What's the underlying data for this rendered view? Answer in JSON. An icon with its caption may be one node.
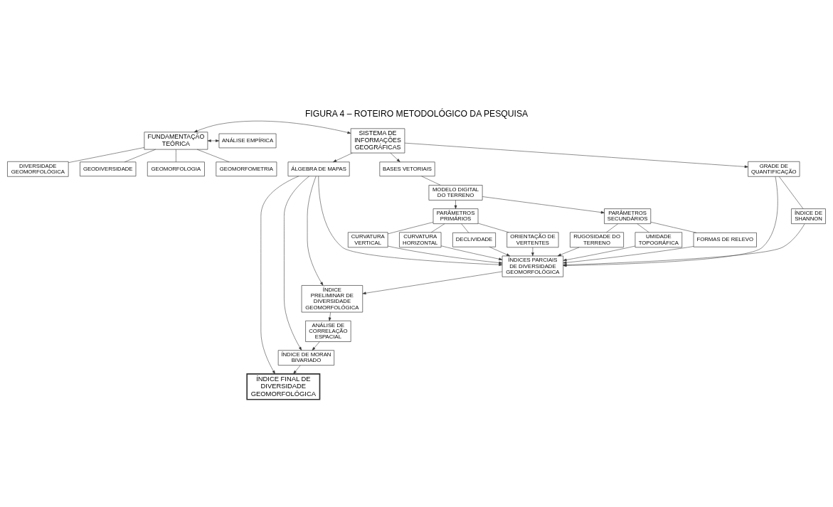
{
  "diagram": {
    "title": "FIGURA 4 – ROTEIRO METODOLÓGICO DA PESQUISA",
    "nodes": [
      {
        "text": [
          "FUNDAMENTAÇÃO TEÓRICA"
        ]
      },
      {
        "text": [
          "ANÁLISE EMPÍRICA"
        ]
      },
      {
        "text": [
          "SISTEMA DE INFORMAÇÕES GEOGRÁFICAS"
        ]
      },
      {
        "text": [
          "GEODIVERSIDADE"
        ]
      },
      {
        "text": [
          "GEOMORFOLOGIA"
        ]
      },
      {
        "text": [
          "GEOMORFOMETRIA"
        ]
      },
      {
        "text": [
          "DIVERSIDADE GEOMORFOLÓGICA"
        ]
      },
      {
        "text": [
          "BASES VETORIAIS"
        ]
      },
      {
        "text": [
          "MODELO DIGITAL DO TERRENO"
        ]
      },
      {
        "text": [
          "GRADE DE QUANTIFICAÇÃO"
        ]
      },
      {
        "text": [
          "ÍNDICE DE SHANNON"
        ]
      },
      {
        "text": [
          "ÁLGEBRA DE MAPAS"
        ]
      },
      {
        "text": [
          "PARÂMETROS PRIMÁRIOS"
        ]
      },
      {
        "text": [
          "PARÂMETROS SECUNDÁRIOS"
        ]
      },
      {
        "text": [
          "ÍNDICE PRELIMINAR DE DIVERSIDADE GEOMORFOLÓGICA"
        ]
      },
      {
        "text": [
          "DECLIVIDADE"
        ]
      },
      {
        "text": [
          "ORIENTAÇÃO DE VERTENTES"
        ]
      },
      {
        "text": [
          "CURVATURA VERTICAL"
        ]
      },
      {
        "text": [
          "CURVATURA HORIZONTAL"
        ]
      },
      {
        "text": [
          "RUGOSIDADE DO TERRENO"
        ]
      },
      {
        "text": [
          "UMIDADE TOPOGRÁFICA"
        ]
      },
      {
        "text": [
          "FORMAS DE RELEVO"
        ]
      },
      {
        "text": [
          "ANÁLISE DE CORRELAÇÃO ESPACIAL"
        ]
      },
      {
        "text": [
          "ÍNDICES PARCIAIS DE DIVERSIDADE GEOMORFOLÓGICA"
        ]
      },
      {
        "text": [
          "ÍNDICE DE MORAN BIVARIADO"
        ]
      },
      {
        "text": [
          "ÍNDICE FINAL DE DIVERSIDADE GEOMORFOLÓGICA"
        ]
      }
    ],
    "edges": [
      {
        "from": 0,
        "to": 1,
        "arrow": "both"
      },
      {
        "from": 0,
        "to": 2,
        "arrow": "both"
      },
      {
        "from": 0,
        "to": 3,
        "arrow": "none"
      },
      {
        "from": 0,
        "to": 4,
        "arrow": "none"
      },
      {
        "from": 0,
        "to": 5,
        "arrow": "none"
      },
      {
        "from": 0,
        "to": 6,
        "arrow": "none"
      },
      {
        "from": 2,
        "to": 7,
        "arrow": "to"
      },
      {
        "from": 2,
        "to": 9,
        "arrow": "to"
      },
      {
        "from": 2,
        "to": 11,
        "arrow": "to"
      },
      {
        "from": 7,
        "to": 8,
        "arrow": "none"
      },
      {
        "from": 9,
        "to": 10,
        "arrow": "none"
      },
      {
        "from": 8,
        "to": 12,
        "arrow": "to"
      },
      {
        "from": 8,
        "to": 13,
        "arrow": "to"
      },
      {
        "from": 12,
        "to": 15,
        "arrow": "none"
      },
      {
        "from": 12,
        "to": 16,
        "arrow": "none"
      },
      {
        "from": 12,
        "to": 17,
        "arrow": "none"
      },
      {
        "from": 12,
        "to": 18,
        "arrow": "none"
      },
      {
        "from": 13,
        "to": 19,
        "arrow": "none"
      },
      {
        "from": 13,
        "to": 20,
        "arrow": "none"
      },
      {
        "from": 13,
        "to": 21,
        "arrow": "none"
      },
      {
        "from": 15,
        "to": 23,
        "arrow": "to"
      },
      {
        "from": 16,
        "to": 23,
        "arrow": "to"
      },
      {
        "from": 17,
        "to": 23,
        "arrow": "to"
      },
      {
        "from": 18,
        "to": 23,
        "arrow": "to"
      },
      {
        "from": 19,
        "to": 23,
        "arrow": "to"
      },
      {
        "from": 20,
        "to": 23,
        "arrow": "to"
      },
      {
        "from": 21,
        "to": 23,
        "arrow": "to"
      },
      {
        "from": 9,
        "to": 23,
        "arrow": "to"
      },
      {
        "from": 10,
        "to": 23,
        "arrow": "to"
      },
      {
        "from": 11,
        "to": 23,
        "arrow": "to"
      },
      {
        "from": 11,
        "to": 14,
        "arrow": "to"
      },
      {
        "from": 11,
        "to": 24,
        "arrow": "to"
      },
      {
        "from": 11,
        "to": 25,
        "arrow": "to"
      },
      {
        "from": 23,
        "to": 14,
        "arrow": "to"
      },
      {
        "from": 14,
        "to": 22,
        "arrow": "to"
      },
      {
        "from": 22,
        "to": 24,
        "arrow": "to"
      },
      {
        "from": 24,
        "to": 25,
        "arrow": "to"
      }
    ]
  }
}
